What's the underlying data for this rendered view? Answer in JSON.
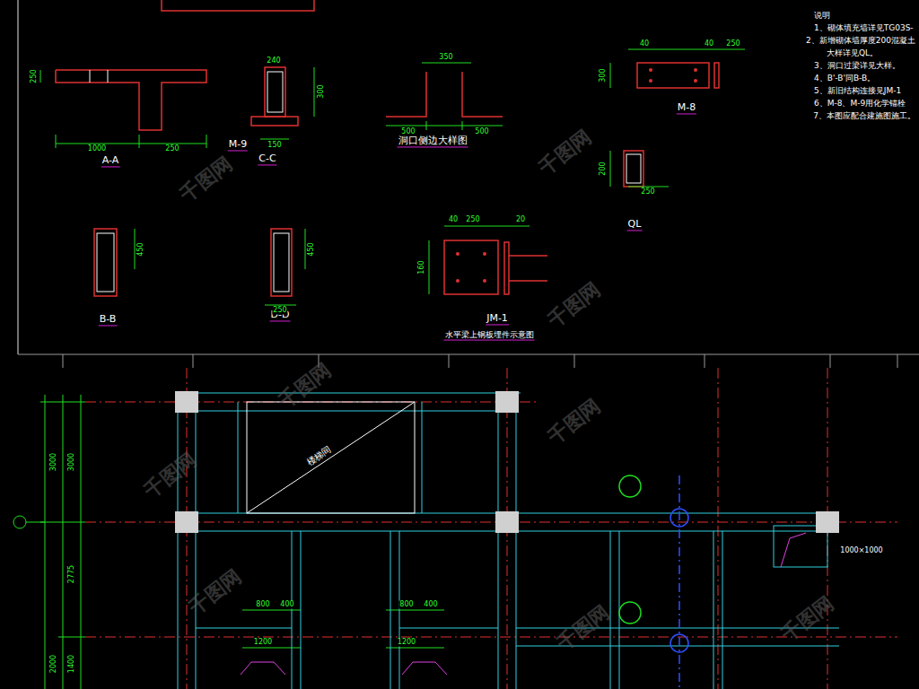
{
  "diagram": {
    "labels": [
      "M-9",
      "A-A",
      "C-C",
      "洞口侧边大样图",
      "M-8",
      "QL",
      "B-B",
      "D-D",
      "JM-1",
      "水平梁上钢板埋件示意图",
      "说明",
      "1、砌体填充墙详见TG03S-",
      "2、新增砌体墙厚度200混凝土",
      "大样详见QL。",
      "3、洞口过梁详见大样。",
      "4、B'-B'同B-B。",
      "5、新旧结构连接见JM-1",
      "6、M-8、M-9用化学锚栓",
      "7、本图应配合建施图施工。",
      "1000",
      "250",
      "250",
      "240",
      "150",
      "300",
      "500",
      "500",
      "350",
      "300",
      "40",
      "40",
      "250",
      "250",
      "200",
      "250",
      "40",
      "20",
      "160",
      "250",
      "450",
      "450",
      "3000",
      "3000",
      "2775",
      "2000",
      "1400",
      "800",
      "400",
      "1200",
      "800",
      "400",
      "1200",
      "1000×1000",
      "楼梯间",
      "千图网",
      "千图网",
      "千图网",
      "千图网",
      "千图网",
      "千图网",
      "千图网",
      "千图网",
      "千图网"
    ]
  }
}
